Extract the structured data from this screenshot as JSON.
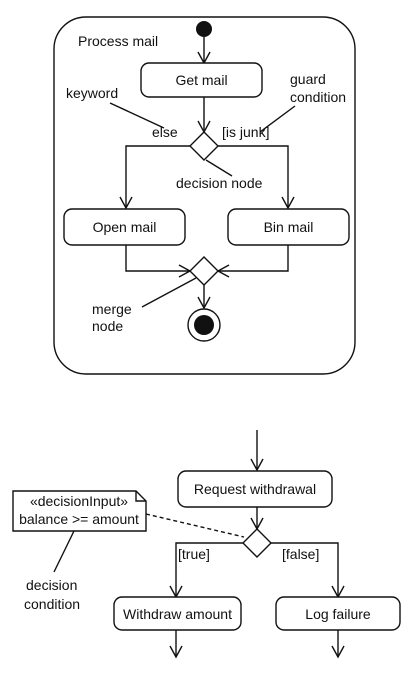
{
  "diagram1": {
    "title": "Process mail",
    "actions": {
      "get_mail": "Get mail",
      "open_mail": "Open mail",
      "bin_mail": "Bin mail"
    },
    "guards": {
      "else": "else",
      "is_junk": "[is junk]"
    },
    "annotations": {
      "keyword": "keyword",
      "guard_line1": "guard",
      "guard_line2": "condition",
      "decision_node": "decision node",
      "merge_line1": "merge",
      "merge_line2": "node"
    }
  },
  "diagram2": {
    "actions": {
      "request_withdrawal": "Request withdrawal",
      "withdraw_amount": "Withdraw amount",
      "log_failure": "Log failure"
    },
    "note": {
      "stereotype": "«decisionInput»",
      "expression": "balance >= amount"
    },
    "guards": {
      "true": "[true]",
      "false": "[false]"
    },
    "annotations": {
      "decision_line1": "decision",
      "decision_line2": "condition"
    }
  }
}
